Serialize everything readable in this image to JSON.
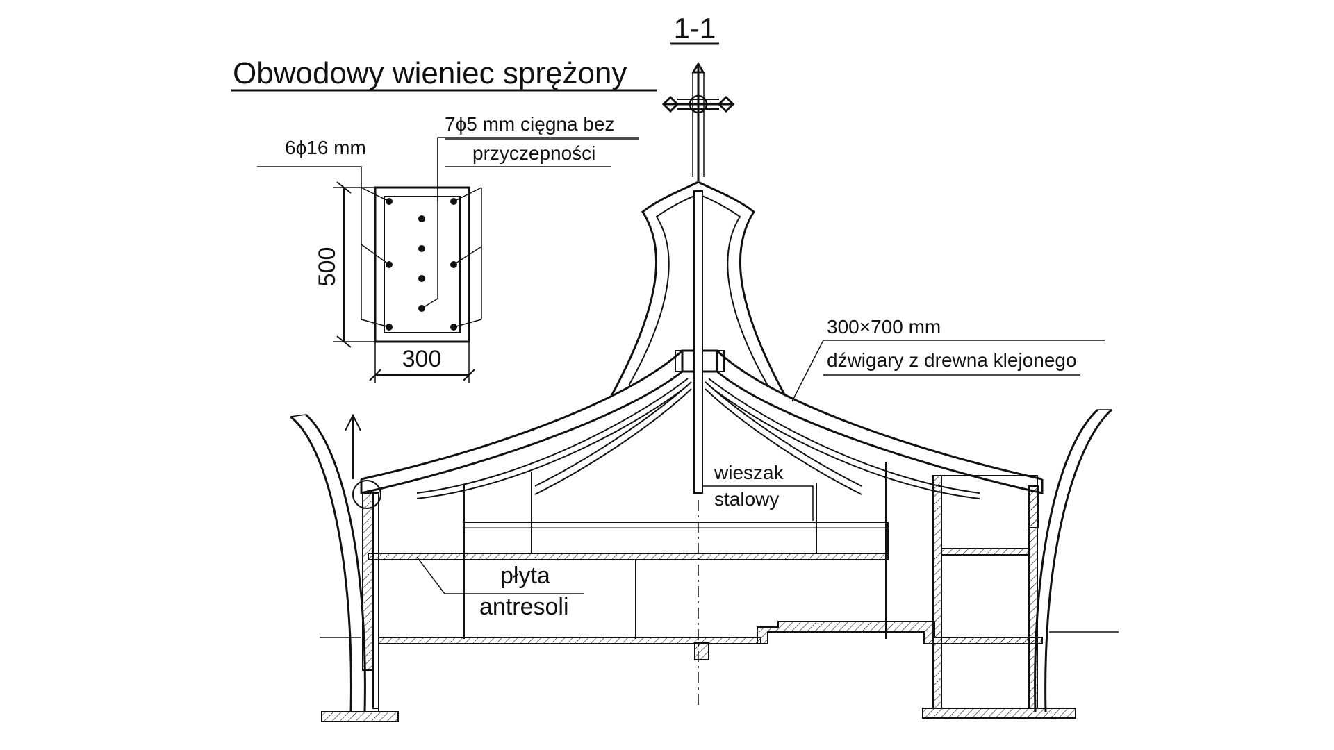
{
  "section_label": "1-1",
  "detail_title": "Obwodowy wieniec sprężony",
  "detail": {
    "rebar_label": "6ϕ16 mm",
    "tendon_label_line1": "7ϕ5 mm cięgna bez",
    "tendon_label_line2": "przyczepności",
    "height_dim": "500",
    "width_dim": "300"
  },
  "labels": {
    "girders_line1": "300×700 mm",
    "girders_line2": "dźwigary z drewna klejonego",
    "hanger_line1": "wieszak",
    "hanger_line2": "stalowy",
    "slab_line1": "płyta",
    "slab_line2": "antresoli"
  },
  "colors": {
    "ink": "#111111",
    "paper": "#ffffff"
  },
  "icons": {
    "cross": "cross-icon",
    "arrow": "arrow-up-icon"
  }
}
